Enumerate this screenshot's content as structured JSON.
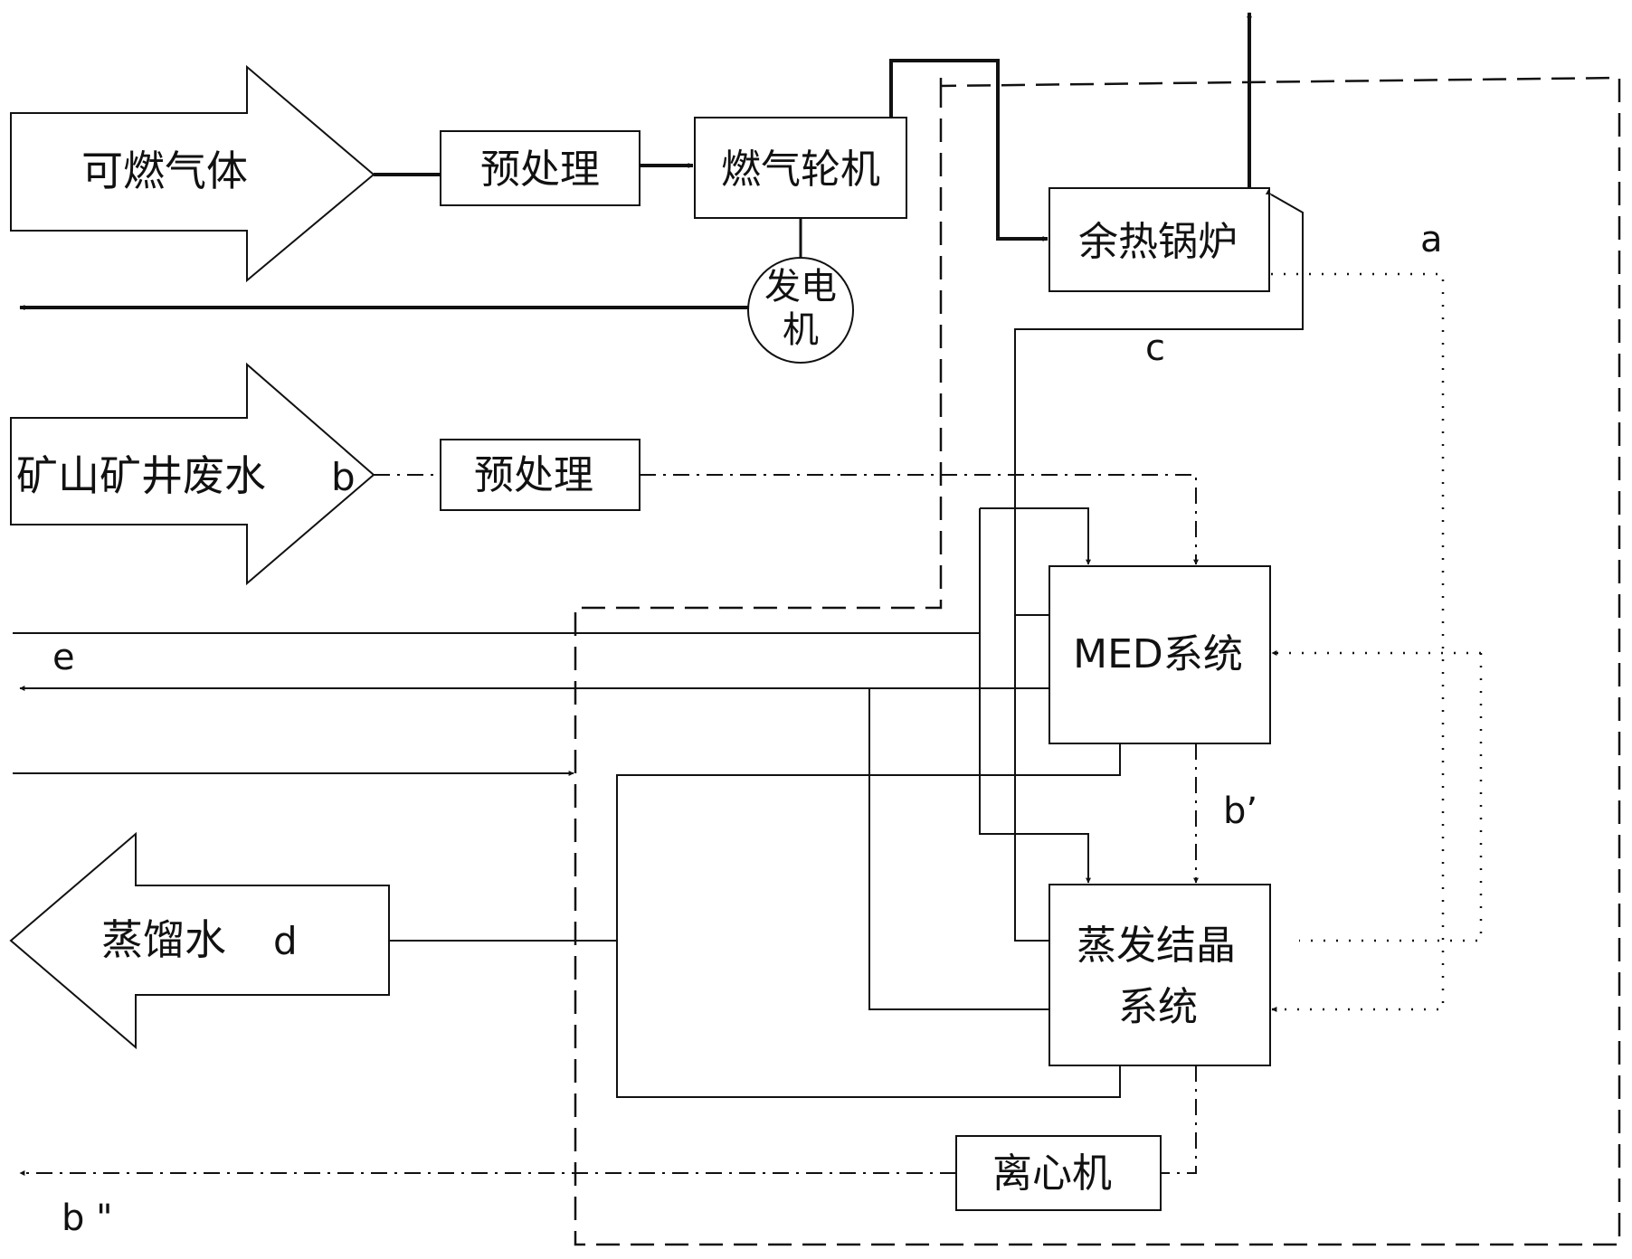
{
  "diagram": {
    "inputs": {
      "combustible_gas": "可燃气体",
      "mine_wastewater": "矿山矿井废水",
      "mine_wastewater_tag": "b"
    },
    "outputs": {
      "distilled_water": "蒸馏水",
      "distilled_water_tag": "d"
    },
    "blocks": {
      "pretreatment_gas": "预处理",
      "gas_turbine": "燃气轮机",
      "generator_line1": "发电",
      "generator_line2": "机",
      "waste_heat_boiler": "余热锅炉",
      "pretreatment_water": "预处理",
      "med_system": "MED系统",
      "evap_cryst_line1": "蒸发结晶",
      "evap_cryst_line2": "系统",
      "centrifuge": "离心机"
    },
    "stream_labels": {
      "a": "a",
      "c": "c",
      "e": "e",
      "b_prime": "b’",
      "b_double_prime": "b \""
    },
    "colors": {
      "line": "#111111",
      "background": "#ffffff"
    }
  }
}
